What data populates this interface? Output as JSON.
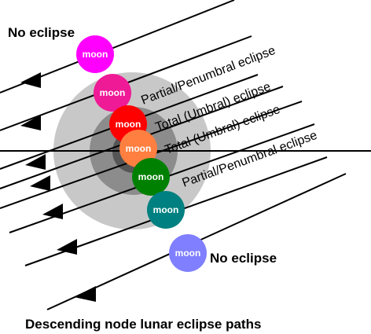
{
  "caption": "Descending node lunar eclipse paths",
  "shadow_colors": {
    "penumbra": "#c8c8c8",
    "umbra": "#8c8c8c",
    "core": "#555555"
  },
  "moon_word": "moon",
  "moons": [
    {
      "label": "moon",
      "color": "#ff00ff",
      "path_label": "No eclipse"
    },
    {
      "label": "moon",
      "color": "#ee1a96",
      "path_label": "Partial/Penumbral eclipse"
    },
    {
      "label": "moon",
      "color": "#ff0000",
      "path_label": "Total (Umbral) eclipse"
    },
    {
      "label": "moon",
      "color": "#ff7f40",
      "path_label": "Total (Umbral) eclipse"
    },
    {
      "label": "moon",
      "color": "#008000",
      "path_label": "Partial/Penumbral eclipse"
    },
    {
      "label": "moon",
      "color": "#008080",
      "path_label": ""
    },
    {
      "label": "moon",
      "color": "#7f7fff",
      "path_label": "No eclipse"
    }
  ],
  "arrow_icon": "arrowhead-icon"
}
